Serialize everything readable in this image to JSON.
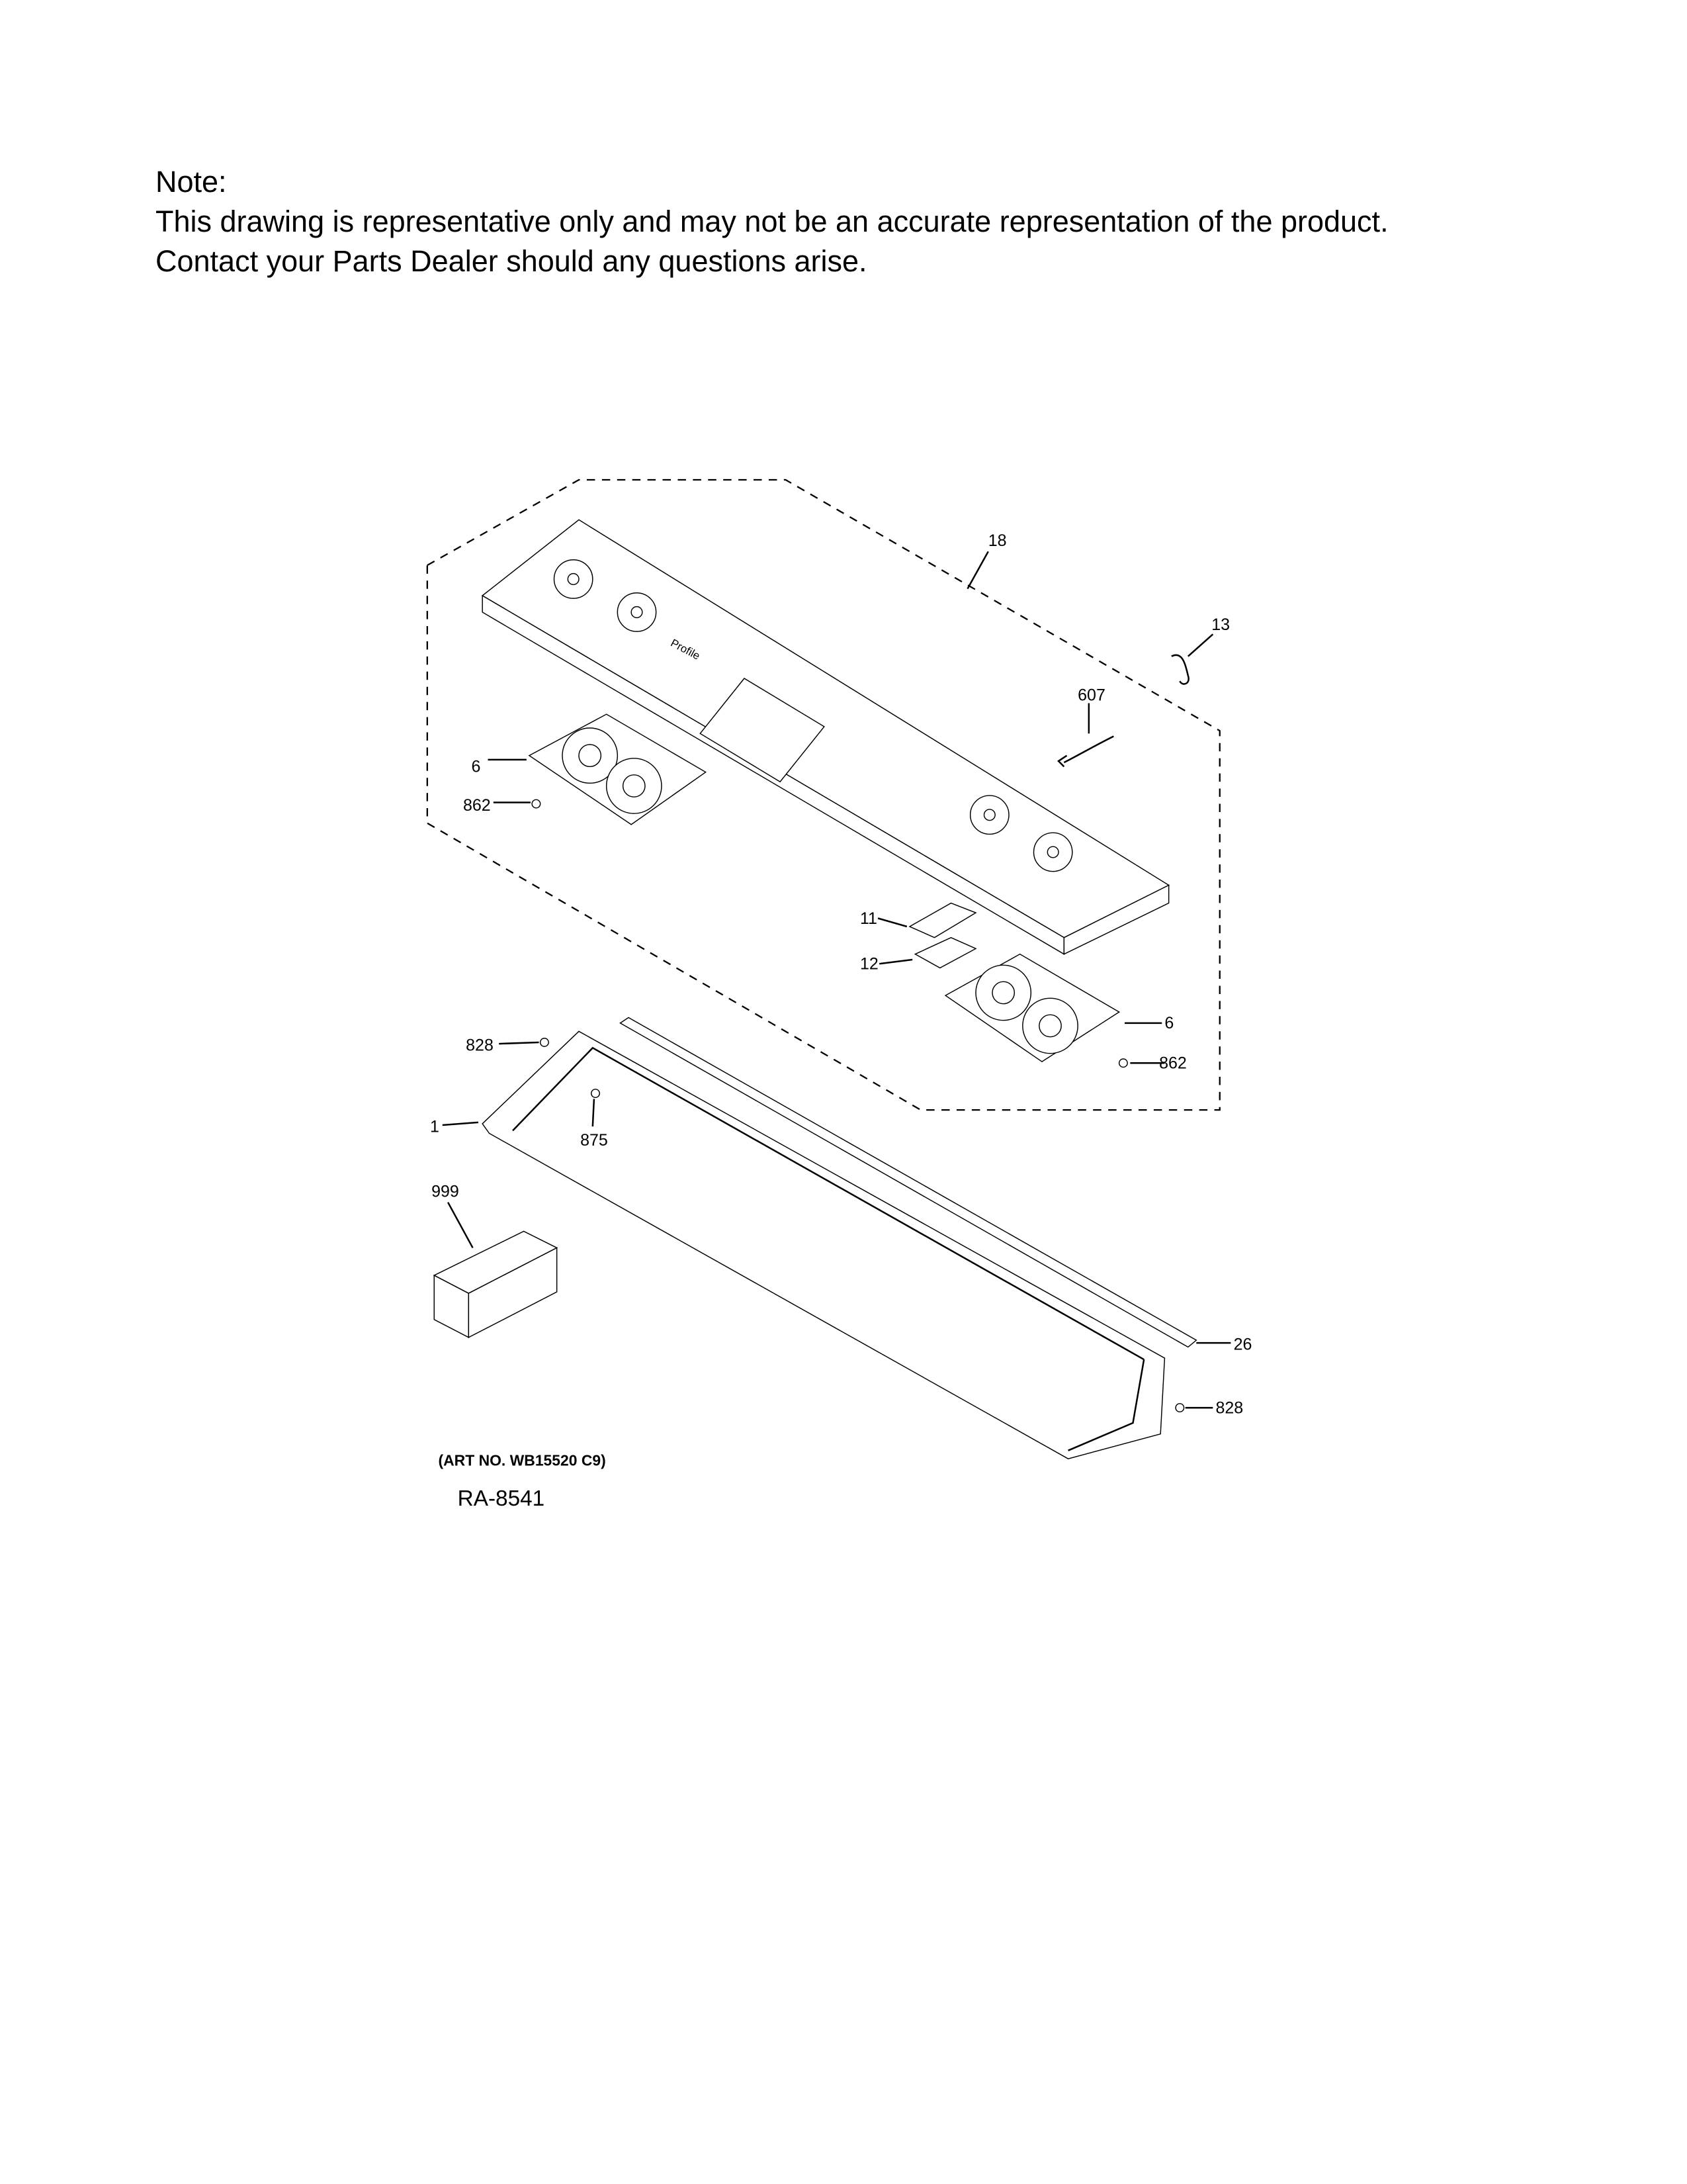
{
  "note": {
    "heading": "Note:",
    "line1": "This drawing is representative only and may not be an accurate representation of the product.",
    "line2": "Contact your Parts Dealer should any questions arise."
  },
  "diagram": {
    "panel_brand": "Profile",
    "callouts": {
      "p18": "18",
      "p13": "13",
      "p607": "607",
      "p6_left": "6",
      "p862_left": "862",
      "p11": "11",
      "p12": "12",
      "p6_right": "6",
      "p862_right": "862",
      "p828_left": "828",
      "p1": "1",
      "p875": "875",
      "p999": "999",
      "p26": "26",
      "p828_right": "828"
    },
    "art_no": "(ART NO. WB15520 C9)",
    "ref": "RA-8541"
  }
}
